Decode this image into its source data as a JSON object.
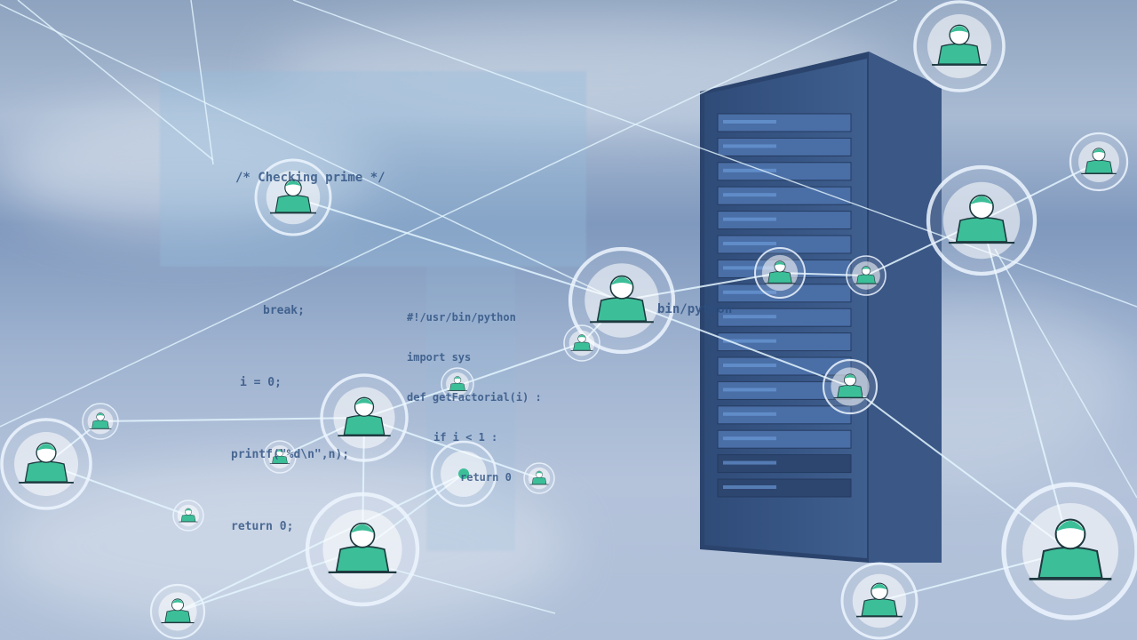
{
  "scene": {
    "code_left": [
      "/* Checking prime */",
      "break;",
      "i = 0;",
      "printf(\"%d\\n\",n);",
      "return 0;"
    ],
    "code_right": [
      "#!/usr/bin/python",
      "import sys",
      "def getFactorial(i) :",
      "if i < 1 :",
      "return 0"
    ],
    "code_far_right": "bin/python",
    "colors": {
      "user_icon": "#3cbf98",
      "lines": "#e4f6ff",
      "rack": "#34507e",
      "sky": "#9fb3d0"
    },
    "icons": [
      "user-node-icon",
      "server-rack",
      "lock-icon"
    ]
  }
}
